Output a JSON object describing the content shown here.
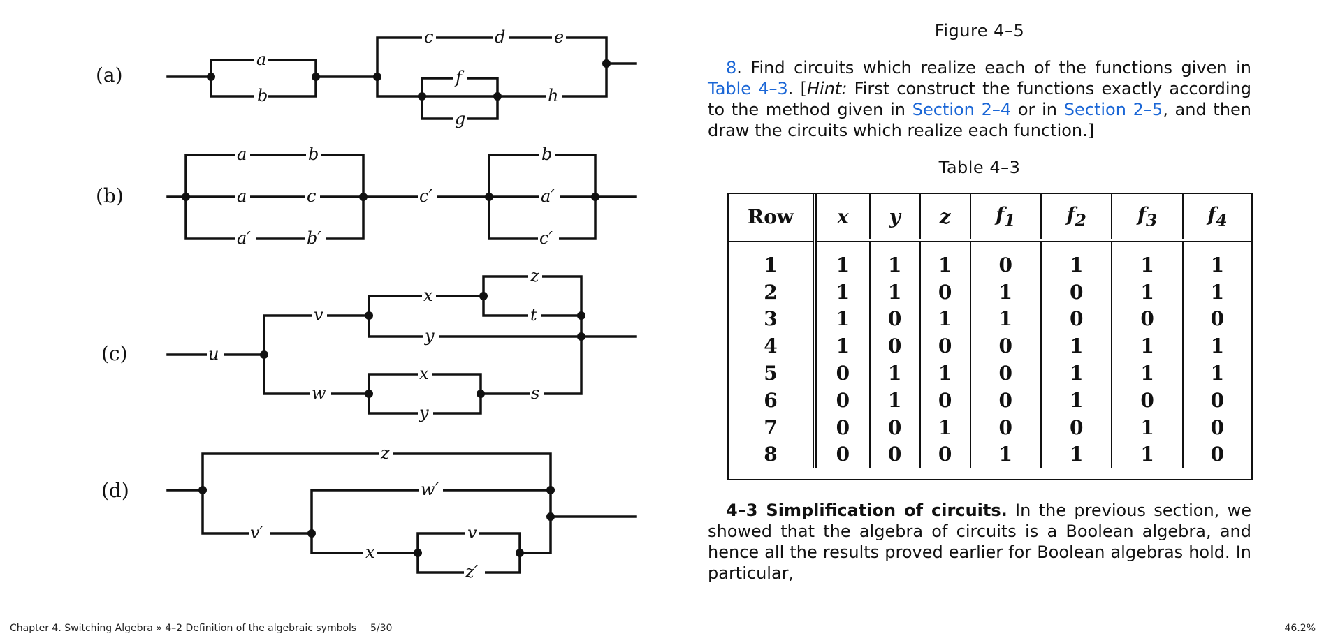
{
  "figure": {
    "part_labels": [
      "(a)",
      "(b)",
      "(c)",
      "(d)"
    ],
    "a_vars": [
      "a",
      "b",
      "c",
      "d",
      "e",
      "f",
      "g",
      "h"
    ],
    "b_vars": [
      "a",
      "b",
      "a",
      "c",
      "a′",
      "b′",
      "c′",
      "b",
      "a′",
      "c′"
    ],
    "c_vars": [
      "u",
      "v",
      "x",
      "z",
      "t",
      "y",
      "w",
      "x",
      "y",
      "s"
    ],
    "d_vars": [
      "z",
      "w′",
      "v′",
      "x",
      "v",
      "z′"
    ]
  },
  "caption": "Figure 4–5",
  "exercise": {
    "number": "8",
    "text1": ". Find circuits which realize each of the functions given in ",
    "link_table": "Table 4–3",
    "text2": ". [",
    "hint_label": "Hint:",
    "text3": " First construct the functions exactly according to the method given in ",
    "link_s1": "Section 2–4",
    "text4": " or in ",
    "link_s2": "Section 2–5",
    "text5": ", and then draw the circuits which realize each function.]"
  },
  "table_caption": "Table 4–3",
  "table": {
    "headers": [
      "Row",
      "x",
      "y",
      "z",
      "f1",
      "f2",
      "f3",
      "f4"
    ],
    "rows": [
      [
        "1",
        "1",
        "1",
        "1",
        "0",
        "1",
        "1",
        "1"
      ],
      [
        "2",
        "1",
        "1",
        "0",
        "1",
        "0",
        "1",
        "1"
      ],
      [
        "3",
        "1",
        "0",
        "1",
        "1",
        "0",
        "0",
        "0"
      ],
      [
        "4",
        "1",
        "0",
        "0",
        "0",
        "1",
        "1",
        "1"
      ],
      [
        "5",
        "0",
        "1",
        "1",
        "0",
        "1",
        "1",
        "1"
      ],
      [
        "6",
        "0",
        "1",
        "0",
        "0",
        "1",
        "0",
        "0"
      ],
      [
        "7",
        "0",
        "0",
        "1",
        "0",
        "0",
        "1",
        "0"
      ],
      [
        "8",
        "0",
        "0",
        "0",
        "1",
        "1",
        "1",
        "0"
      ]
    ]
  },
  "section": {
    "heading": "4–3 Simplification of circuits.",
    "text": " In the previous section, we showed that the algebra of circuits is a Boolean algebra, and hence all the results proved earlier for Boolean algebras hold. In particular,"
  },
  "footer": {
    "breadcrumb": "Chapter 4. Switching Algebra » 4–2 Definition of the algebraic symbols",
    "page": "5/30",
    "zoom": "46.2%"
  }
}
